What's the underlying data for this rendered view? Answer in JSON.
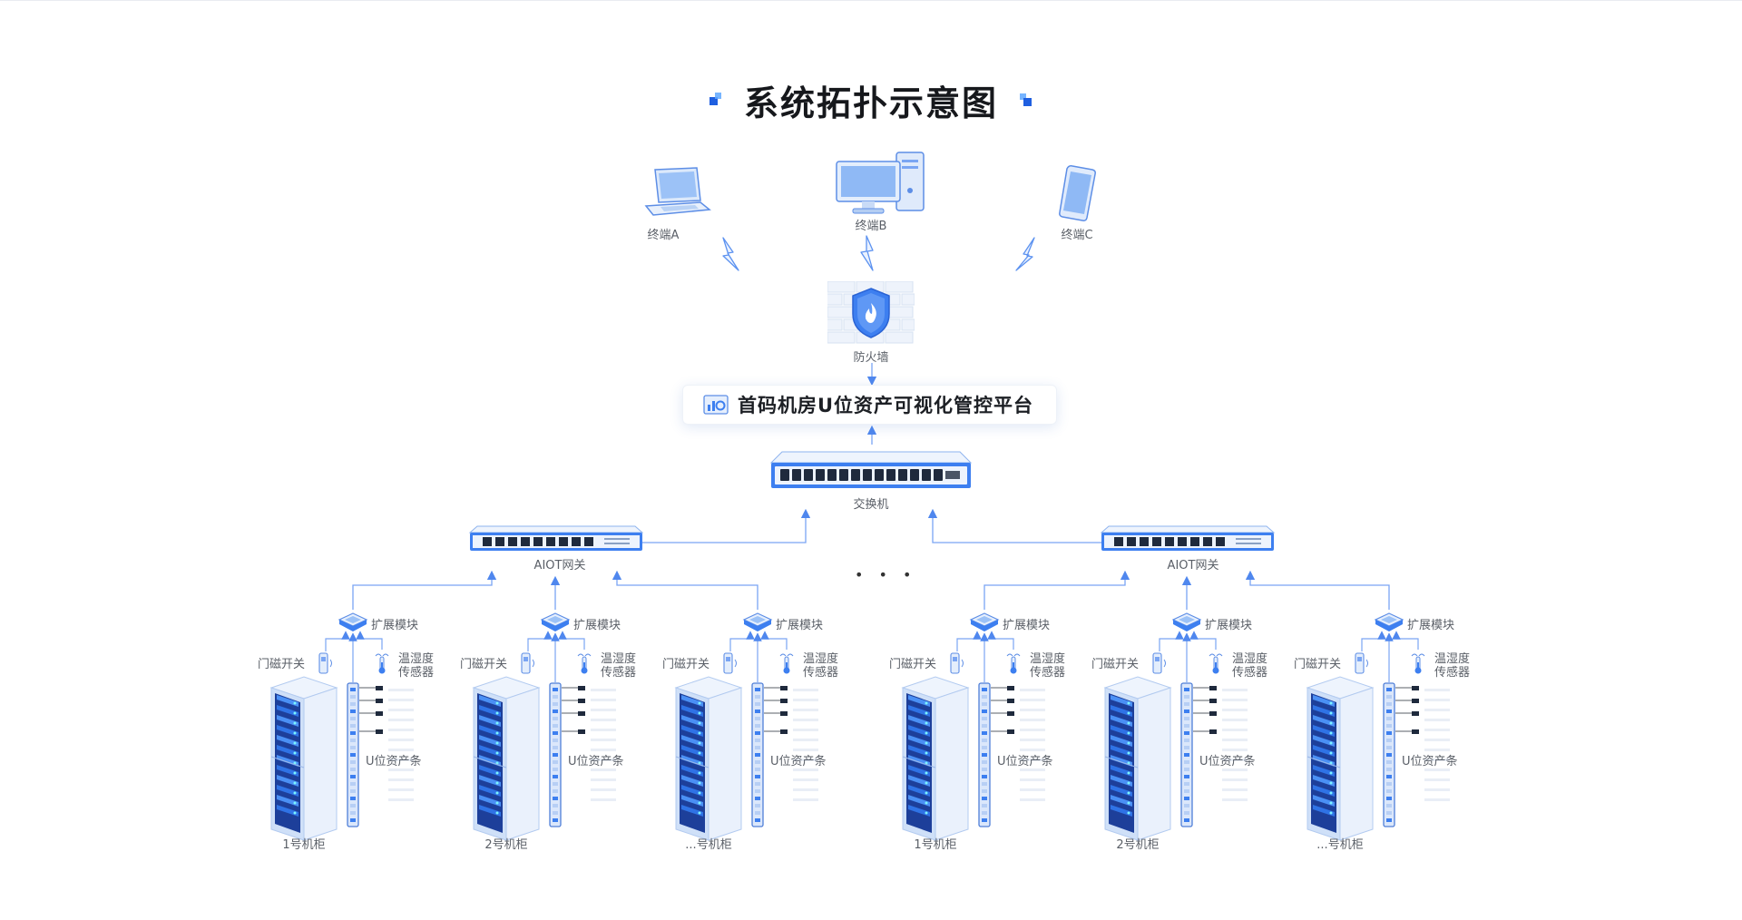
{
  "title": "系统拓扑示意图",
  "terminals": [
    {
      "label": "终端A",
      "icon": "laptop-icon"
    },
    {
      "label": "终端B",
      "icon": "desktop-computer-icon"
    },
    {
      "label": "终端C",
      "icon": "smartphone-icon"
    }
  ],
  "firewall": {
    "label": "防火墙",
    "icon": "firewall-shield-icon"
  },
  "platform": {
    "label": "首码机房U位资产可视化管控平台",
    "icon": "dashboard-logo-icon"
  },
  "core_switch": {
    "label": "交换机"
  },
  "gateways": [
    {
      "label": "AIOT网关"
    },
    {
      "label": "AIOT网关"
    }
  ],
  "ellipsis": "• • •",
  "groups": [
    {
      "expansion": "扩展模块",
      "door": "门磁开关",
      "sensor_line1": "温湿度",
      "sensor_line2": "传感器",
      "strip": "U位资产条",
      "cabinet": "1号机柜"
    },
    {
      "expansion": "扩展模块",
      "door": "门磁开关",
      "sensor_line1": "温湿度",
      "sensor_line2": "传感器",
      "strip": "U位资产条",
      "cabinet": "2号机柜"
    },
    {
      "expansion": "扩展模块",
      "door": "门磁开关",
      "sensor_line1": "温湿度",
      "sensor_line2": "传感器",
      "strip": "U位资产条",
      "cabinet": "...号机柜"
    },
    {
      "expansion": "扩展模块",
      "door": "门磁开关",
      "sensor_line1": "温湿度",
      "sensor_line2": "传感器",
      "strip": "U位资产条",
      "cabinet": "1号机柜"
    },
    {
      "expansion": "扩展模块",
      "door": "门磁开关",
      "sensor_line1": "温湿度",
      "sensor_line2": "传感器",
      "strip": "U位资产条",
      "cabinet": "2号机柜"
    },
    {
      "expansion": "扩展模块",
      "door": "门磁开关",
      "sensor_line1": "温湿度",
      "sensor_line2": "传感器",
      "strip": "U位资产条",
      "cabinet": "...号机柜"
    }
  ],
  "colors": {
    "accent": "#3d7ff0",
    "line": "#5b8ff0",
    "title": "#16181c",
    "text": "#5a5f67"
  }
}
